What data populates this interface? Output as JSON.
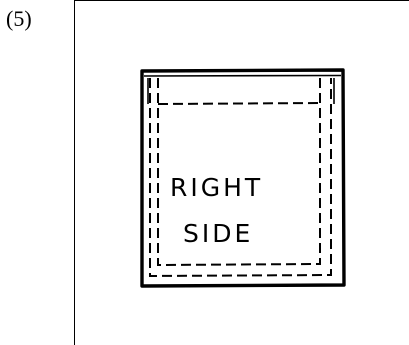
{
  "figure": {
    "step_number": "(5)",
    "pocket_label": {
      "line1": "RIGHT",
      "line2": "SIDE"
    }
  },
  "colors": {
    "ink": "#000000",
    "background": "#ffffff"
  }
}
